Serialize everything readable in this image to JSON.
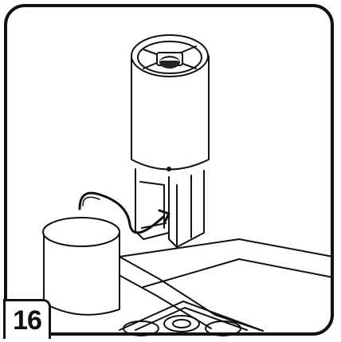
{
  "step": {
    "number": "16"
  },
  "colors": {
    "outline": "#111111",
    "background": "#ffffff"
  },
  "illustration": {
    "parts": [
      "sauna-heater",
      "stone-cylinder",
      "bottom-hatch",
      "insertion-arrow",
      "floor-grid",
      "drain-cover"
    ]
  }
}
